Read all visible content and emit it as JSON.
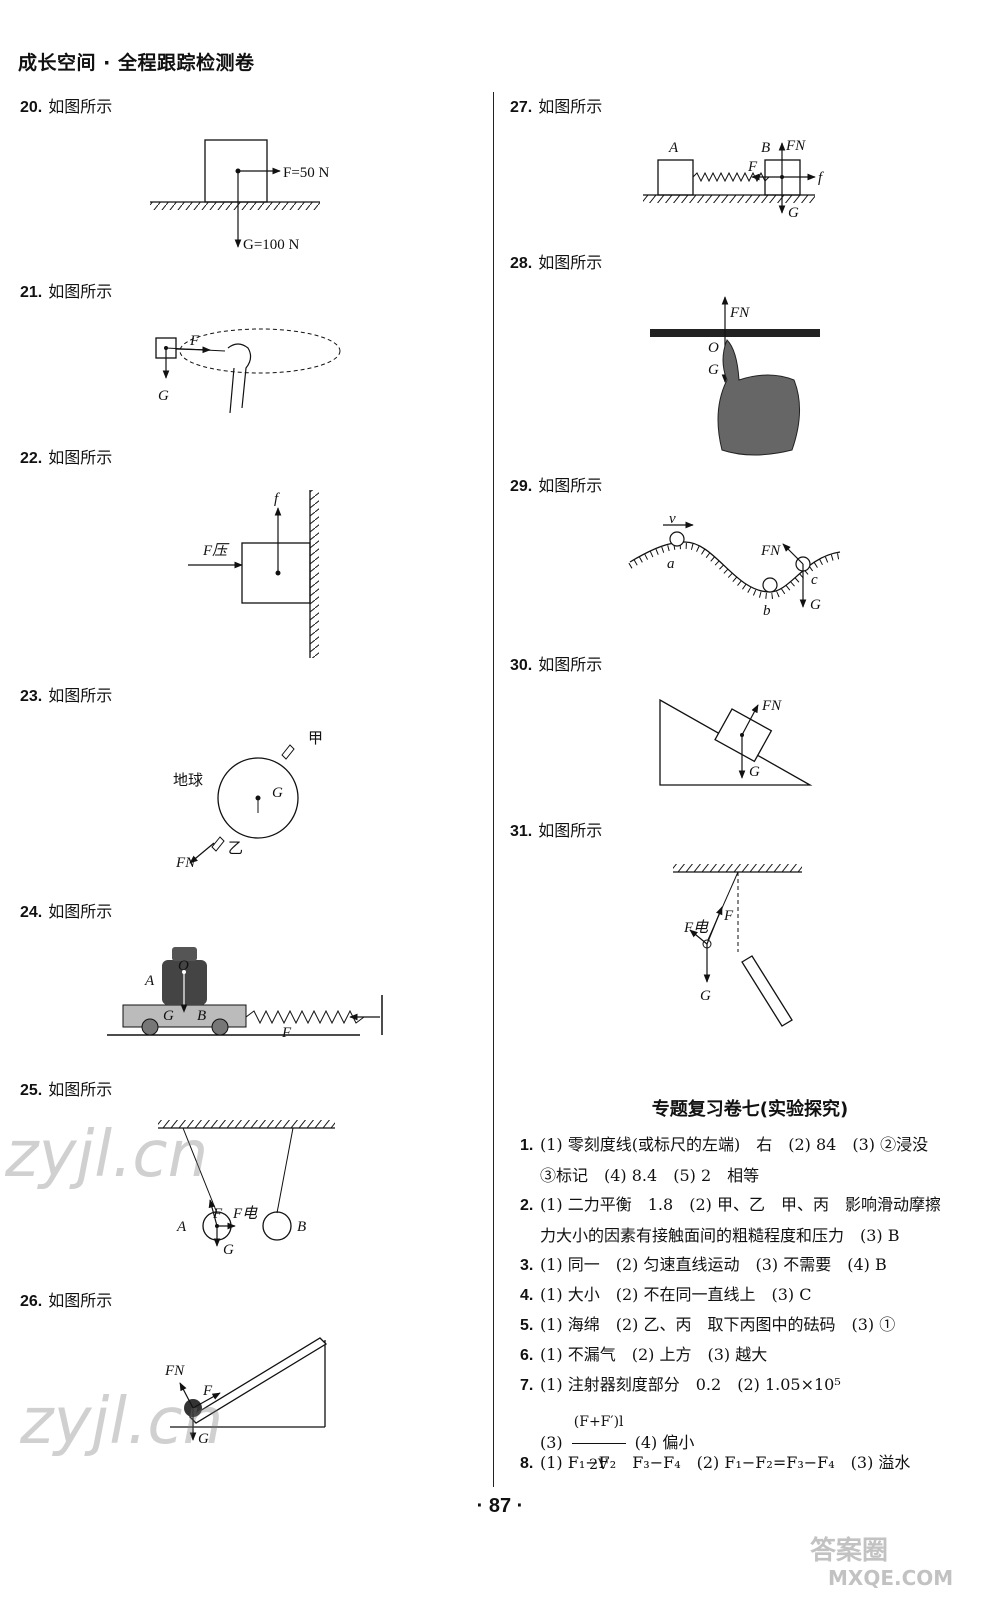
{
  "header": "成长空间 · 全程跟踪检测卷",
  "questions": [
    {
      "num": "20.",
      "text": "如图所示"
    },
    {
      "num": "21.",
      "text": "如图所示"
    },
    {
      "num": "22.",
      "text": "如图所示"
    },
    {
      "num": "23.",
      "text": "如图所示"
    },
    {
      "num": "24.",
      "text": "如图所示"
    },
    {
      "num": "25.",
      "text": "如图所示"
    },
    {
      "num": "26.",
      "text": "如图所示"
    },
    {
      "num": "27.",
      "text": "如图所示"
    },
    {
      "num": "28.",
      "text": "如图所示"
    },
    {
      "num": "29.",
      "text": "如图所示"
    },
    {
      "num": "30.",
      "text": "如图所示"
    },
    {
      "num": "31.",
      "text": "如图所示"
    }
  ],
  "figures": {
    "f20": {
      "F": "F=50 N",
      "G": "G=100 N"
    },
    "f21": {
      "F": "F",
      "G": "G"
    },
    "f22": {
      "f": "f",
      "Fpress": "F压"
    },
    "f23": {
      "earth": "地球",
      "jia": "甲",
      "yi": "乙",
      "G": "G",
      "FN": "FN"
    },
    "f24": {
      "A": "A",
      "O": "O",
      "G": "G",
      "B": "B",
      "F": "F"
    },
    "f25": {
      "A": "A",
      "B": "B",
      "F": "F",
      "Fe": "F电",
      "G": "G"
    },
    "f26": {
      "FN": "FN",
      "F": "F",
      "G": "G"
    },
    "f27": {
      "A": "A",
      "B": "B",
      "FN": "FN",
      "F": "F",
      "f": "f",
      "G": "G"
    },
    "f28": {
      "FN": "FN",
      "O": "O",
      "G": "G"
    },
    "f29": {
      "v": "v",
      "a": "a",
      "b": "b",
      "c": "c",
      "FN": "FN",
      "G": "G"
    },
    "f30": {
      "FN": "FN",
      "G": "G"
    },
    "f31": {
      "Fe": "F电",
      "F": "F",
      "G": "G"
    }
  },
  "section_title": "专题复习卷七(实验探究)",
  "answers": [
    {
      "num": "1.",
      "lines": [
        "(1) 零刻度线(或标尺的左端)　右　(2) 84　(3) ②浸没",
        "③标记　(4) 8.4　(5) 2　相等"
      ]
    },
    {
      "num": "2.",
      "lines": [
        "(1) 二力平衡　1.8　(2) 甲、乙　甲、丙　影响滑动摩擦",
        "力大小的因素有接触面间的粗糙程度和压力　(3) B"
      ]
    },
    {
      "num": "3.",
      "lines": [
        "(1) 同一　(2) 匀速直线运动　(3) 不需要　(4) B"
      ]
    },
    {
      "num": "4.",
      "lines": [
        "(1) 大小　(2) 不在同一直线上　(3) C"
      ]
    },
    {
      "num": "5.",
      "lines": [
        "(1) 海绵　(2) 乙、丙　取下丙图中的砝码　(3) ①"
      ]
    },
    {
      "num": "6.",
      "lines": [
        "(1) 不漏气　(2) 上方　(3) 越大"
      ]
    },
    {
      "num": "7.",
      "lines": [
        "(1) 注射器刻度部分　0.2　(2) 1.05×10⁵"
      ],
      "line2_prefix": "(3)",
      "frac_num": "(F+F′)l",
      "frac_den": "2V",
      "line2_suffix": "(4) 偏小"
    },
    {
      "num": "8.",
      "lines": [
        "(1) F₁−F₂　F₃−F₄　(2) F₁−F₂=F₃−F₄　(3) 溢水"
      ]
    }
  ],
  "page_number": "· 87 ·",
  "watermarks": {
    "w1": "zyjl.cn",
    "w2": "zyjl.cn",
    "w3": "答案圈",
    "w4": "MXQE.COM"
  }
}
